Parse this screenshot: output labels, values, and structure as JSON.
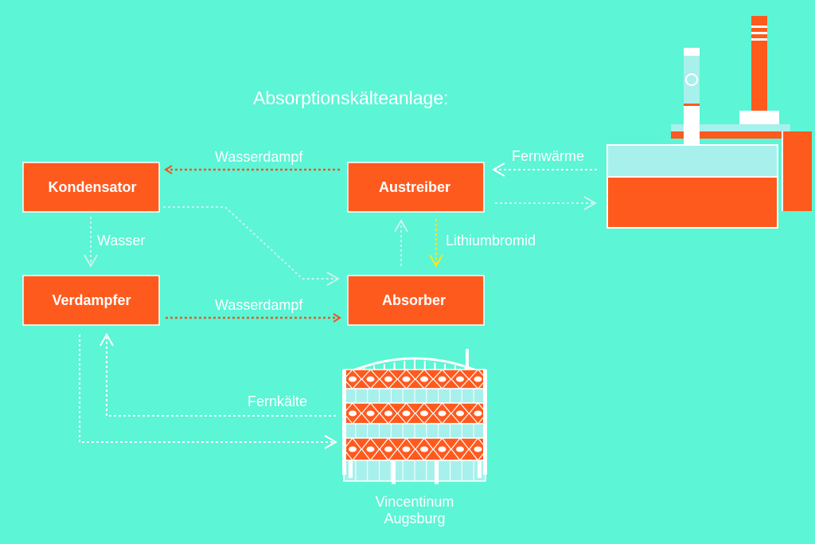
{
  "title": "Absorptionskälteanlage:",
  "colors": {
    "background": "#5cf5d6",
    "box": "#ff5a1e",
    "arrow_steam": "#e85a24",
    "arrow_light": "#ffffff",
    "arrow_lithium": "#f4e81c",
    "plant_water": "#a8f0ec"
  },
  "nodes": {
    "kondensator": "Kondensator",
    "austreiber": "Austreiber",
    "verdampfer": "Verdampfer",
    "absorber": "Absorber"
  },
  "edges": {
    "wasserdampf_top": "Wasserdampf",
    "wasserdampf_bottom": "Wasserdampf",
    "wasser": "Wasser",
    "lithiumbromid": "Lithiumbromid",
    "fernwaerme": "Fernwärme",
    "fernkaelte": "Fernkälte"
  },
  "building": {
    "line1": "Vincentinum",
    "line2": "Augsburg"
  },
  "icons": {
    "plant": "power-plant-icon",
    "building": "round-building-icon"
  }
}
